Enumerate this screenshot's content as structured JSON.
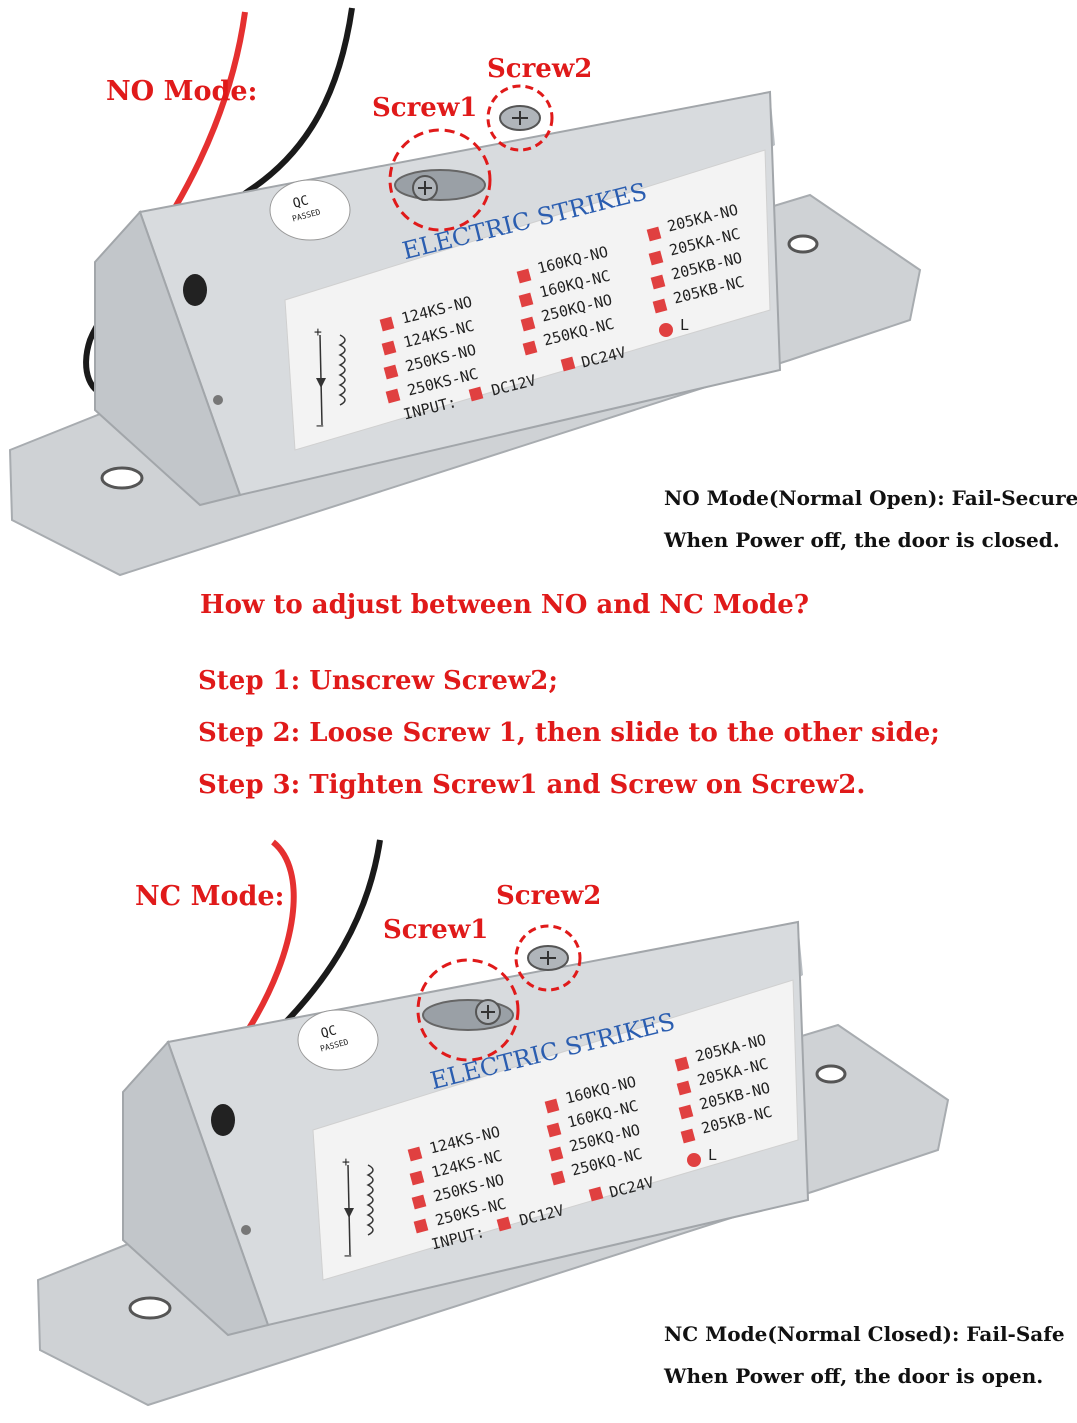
{
  "colors": {
    "accent_red": "#e01a1a",
    "text_dark": "#111111",
    "label_blue": "#2a5db0",
    "metal": "#c9cdd1"
  },
  "top_unit": {
    "mode_label": "NO Mode:",
    "screw1_label": "Screw1",
    "screw2_label": "Screw2",
    "note_line1": "NO Mode(Normal Open): Fail-Secure",
    "note_line2": "When Power off, the door is closed."
  },
  "bottom_unit": {
    "mode_label": "NC Mode:",
    "screw1_label": "Screw1",
    "screw2_label": "Screw2",
    "note_line1": "NC Mode(Normal Closed): Fail-Safe",
    "note_line2": "When Power off, the door is open."
  },
  "instructions": {
    "question": "How to adjust between NO and NC Mode?",
    "step1": "Step 1: Unscrew Screw2;",
    "step2": "Step 2: Loose Screw 1, then slide to the other side;",
    "step3": "Step 3: Tighten Screw1 and Screw on Screw2."
  },
  "product_label": {
    "brand": "ELECTRIC STRIKES",
    "qc_top": "QC",
    "qc_bottom": "PASSED",
    "col1": [
      "124KS-NO",
      "124KS-NC",
      "250KS-NO",
      "250KS-NC"
    ],
    "col2": [
      "160KQ-NO",
      "160KQ-NC",
      "250KQ-NO",
      "250KQ-NC"
    ],
    "col3": [
      "205KA-NO",
      "205KA-NC",
      "205KB-NO",
      "205KB-NC"
    ],
    "extra": "L",
    "input_label": "INPUT:",
    "input_opts": [
      "DC12V",
      "DC24V"
    ],
    "plus": "+",
    "minus": "−"
  }
}
